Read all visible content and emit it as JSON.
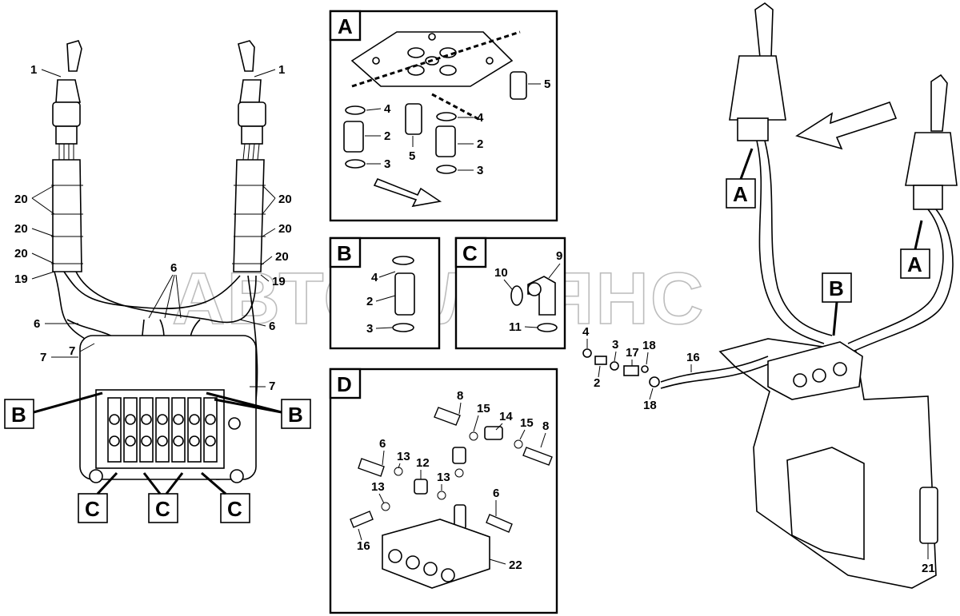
{
  "watermark": "АВТОАЛЬЯНС",
  "panels": {
    "A": "A",
    "B": "B",
    "C": "C",
    "D": "D"
  },
  "callouts": {
    "c1": "1",
    "c2": "2",
    "c3": "3",
    "c4": "4",
    "c5": "5",
    "c6": "6",
    "c7": "7",
    "c8": "8",
    "c9": "9",
    "c10": "10",
    "c11": "11",
    "c12": "12",
    "c13": "13",
    "c14": "14",
    "c15": "15",
    "c16": "16",
    "c17": "17",
    "c18": "18",
    "c19": "19",
    "c20": "20",
    "c21": "21",
    "c22": "22"
  }
}
